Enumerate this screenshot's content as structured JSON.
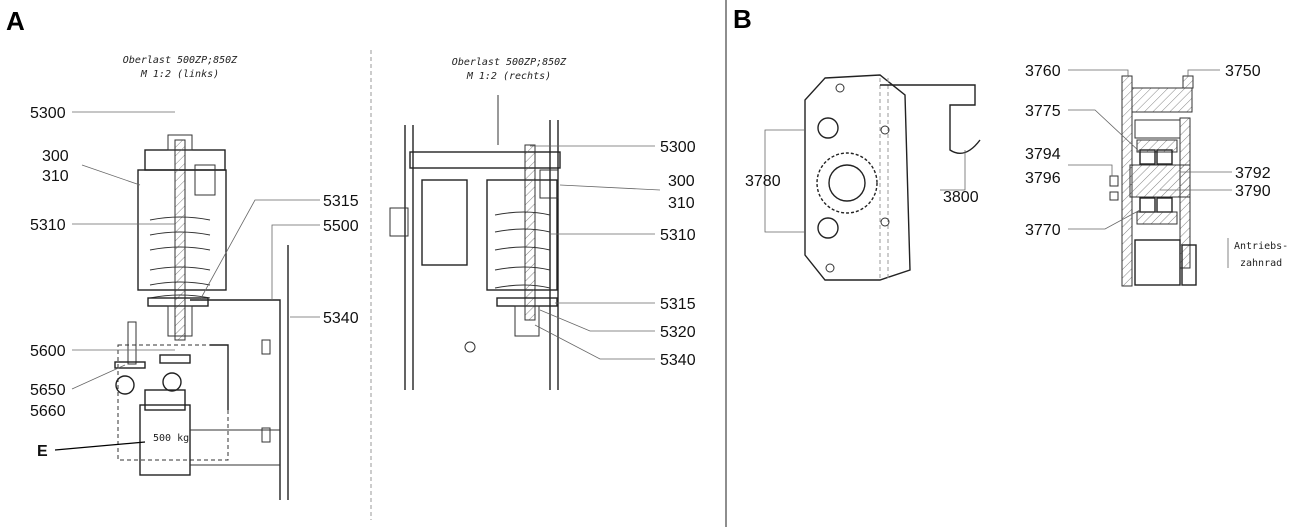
{
  "panel_a": {
    "letter": "A",
    "left_view": {
      "title_line1": "Oberlast 500ZP;850Z",
      "title_line2": "M 1:2 (links)"
    },
    "right_view": {
      "title_line1": "Oberlast 500ZP;850Z",
      "title_line2": "M 1:2 (rechts)"
    },
    "left_labels": [
      "5300",
      "300",
      "310",
      "5310",
      "5315",
      "5500",
      "5340",
      "5600",
      "5650",
      "5660",
      "E"
    ],
    "right_labels": [
      "5300",
      "300",
      "310",
      "5310",
      "5315",
      "5320",
      "5340"
    ],
    "small_text": "500 kg"
  },
  "panel_b": {
    "letter": "B",
    "labels": [
      "3780",
      "3800",
      "3760",
      "3750",
      "3775",
      "3794",
      "3796",
      "3792",
      "3790",
      "3770"
    ],
    "note_line1": "Antriebs-",
    "note_line2": "zahnrad"
  }
}
